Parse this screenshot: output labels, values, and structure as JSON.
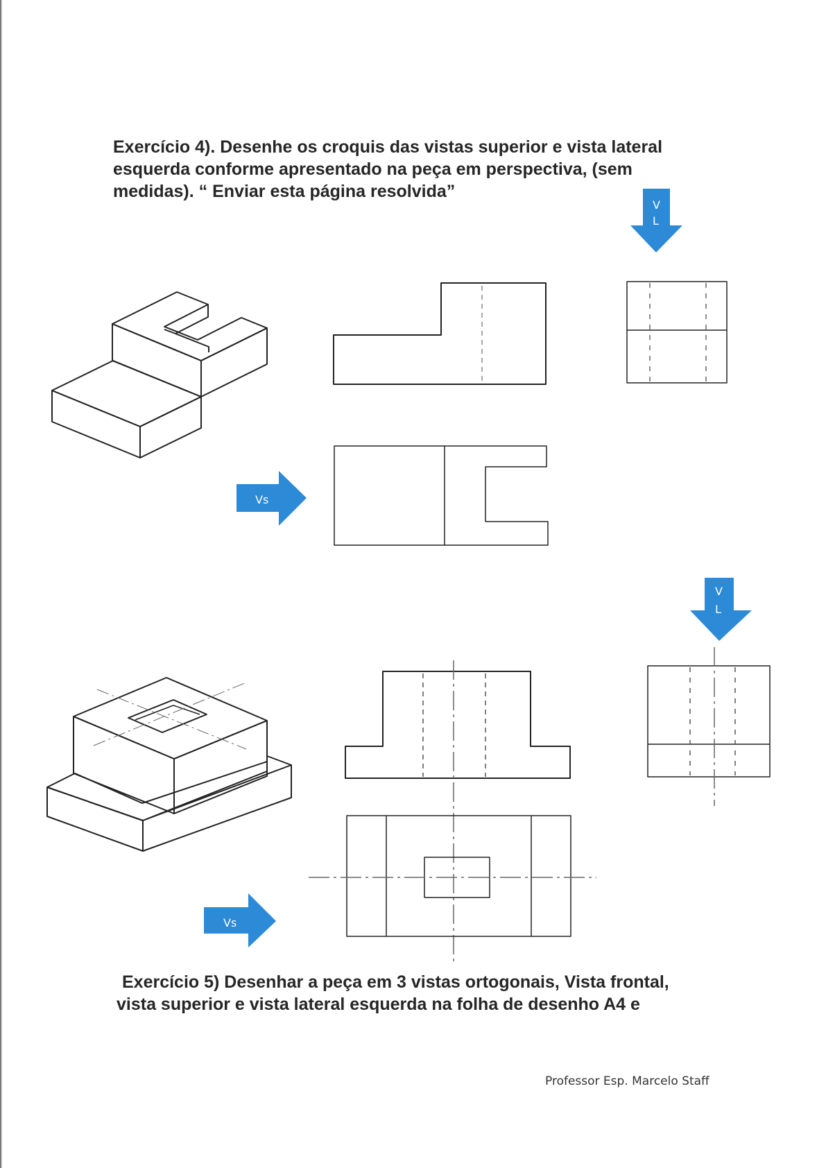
{
  "exercise4": {
    "line1": "Exercício 4). Desenhe os croquis das vistas superior e vista lateral",
    "line2": "esquerda conforme apresentado na peça em perspectiva, (sem",
    "line3": "medidas). “ Enviar esta página resolvida”"
  },
  "exercise5": {
    "line1": "Exercício 5)  Desenhar a peça em 3 vistas ortogonais, Vista frontal,",
    "line2": "vista superior e vista lateral esquerda na folha de desenho A4 e"
  },
  "arrows": {
    "lateral_v": "V",
    "lateral_l": "L",
    "superior": "Vs"
  },
  "footer": "Professor Esp. Marcelo Staff",
  "colors": {
    "arrow": "#2c8ad6",
    "ink": "#262626",
    "line": "#222222",
    "hidden_line": "#555555"
  }
}
